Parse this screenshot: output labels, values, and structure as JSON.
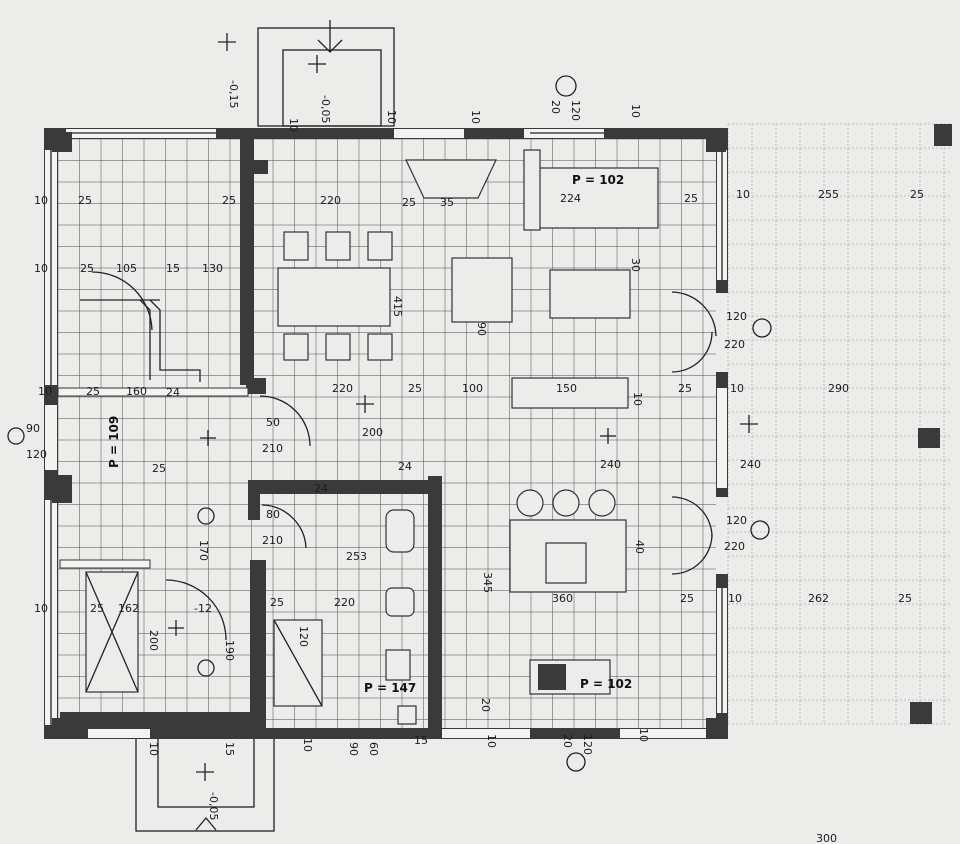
{
  "labels": {
    "elev_top_left": "-0,15",
    "elev_top_entry": "-0,05",
    "elev_bottom": "-0,05",
    "area_right_top": "P = 102",
    "area_left": "P = 109",
    "area_bath": "P = 147",
    "area_bottom": "P = 102",
    "bottom_right_num": "300"
  },
  "dims": {
    "d10": "10",
    "d25": "25",
    "d105": "105",
    "d130": "130",
    "d15": "15",
    "d30": "30",
    "d220": "220",
    "d224": "224",
    "d255": "255",
    "d150": "150",
    "d100": "100",
    "d160": "160",
    "d290": "290",
    "d360": "360",
    "d262": "262",
    "d120": "120",
    "d90": "90",
    "d60": "60",
    "d35": "35",
    "d210": "210",
    "d50": "50",
    "d80": "80",
    "d240": "240",
    "d162": "162",
    "d200": "200",
    "d40": "40",
    "d415": "415",
    "d345": "345",
    "d12": "-12",
    "d170": "170",
    "d253": "253",
    "d190": "190",
    "d24": "24",
    "d20": "20"
  }
}
